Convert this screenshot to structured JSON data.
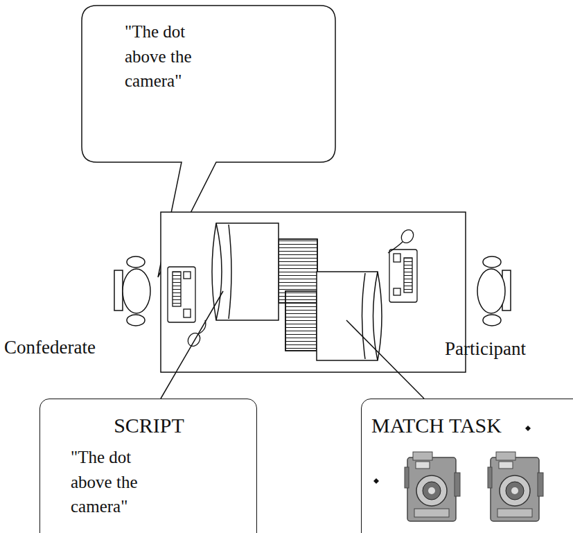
{
  "diagram": {
    "nodes": [
      {
        "text": [
          "\"The dot above the camera\""
        ]
      },
      {
        "text": [
          "SCRIPT",
          "\"The dot above the camera\""
        ]
      },
      {
        "text": [
          "MATCH TASK"
        ]
      }
    ],
    "labels": [
      "Confederate",
      "Participant"
    ]
  }
}
